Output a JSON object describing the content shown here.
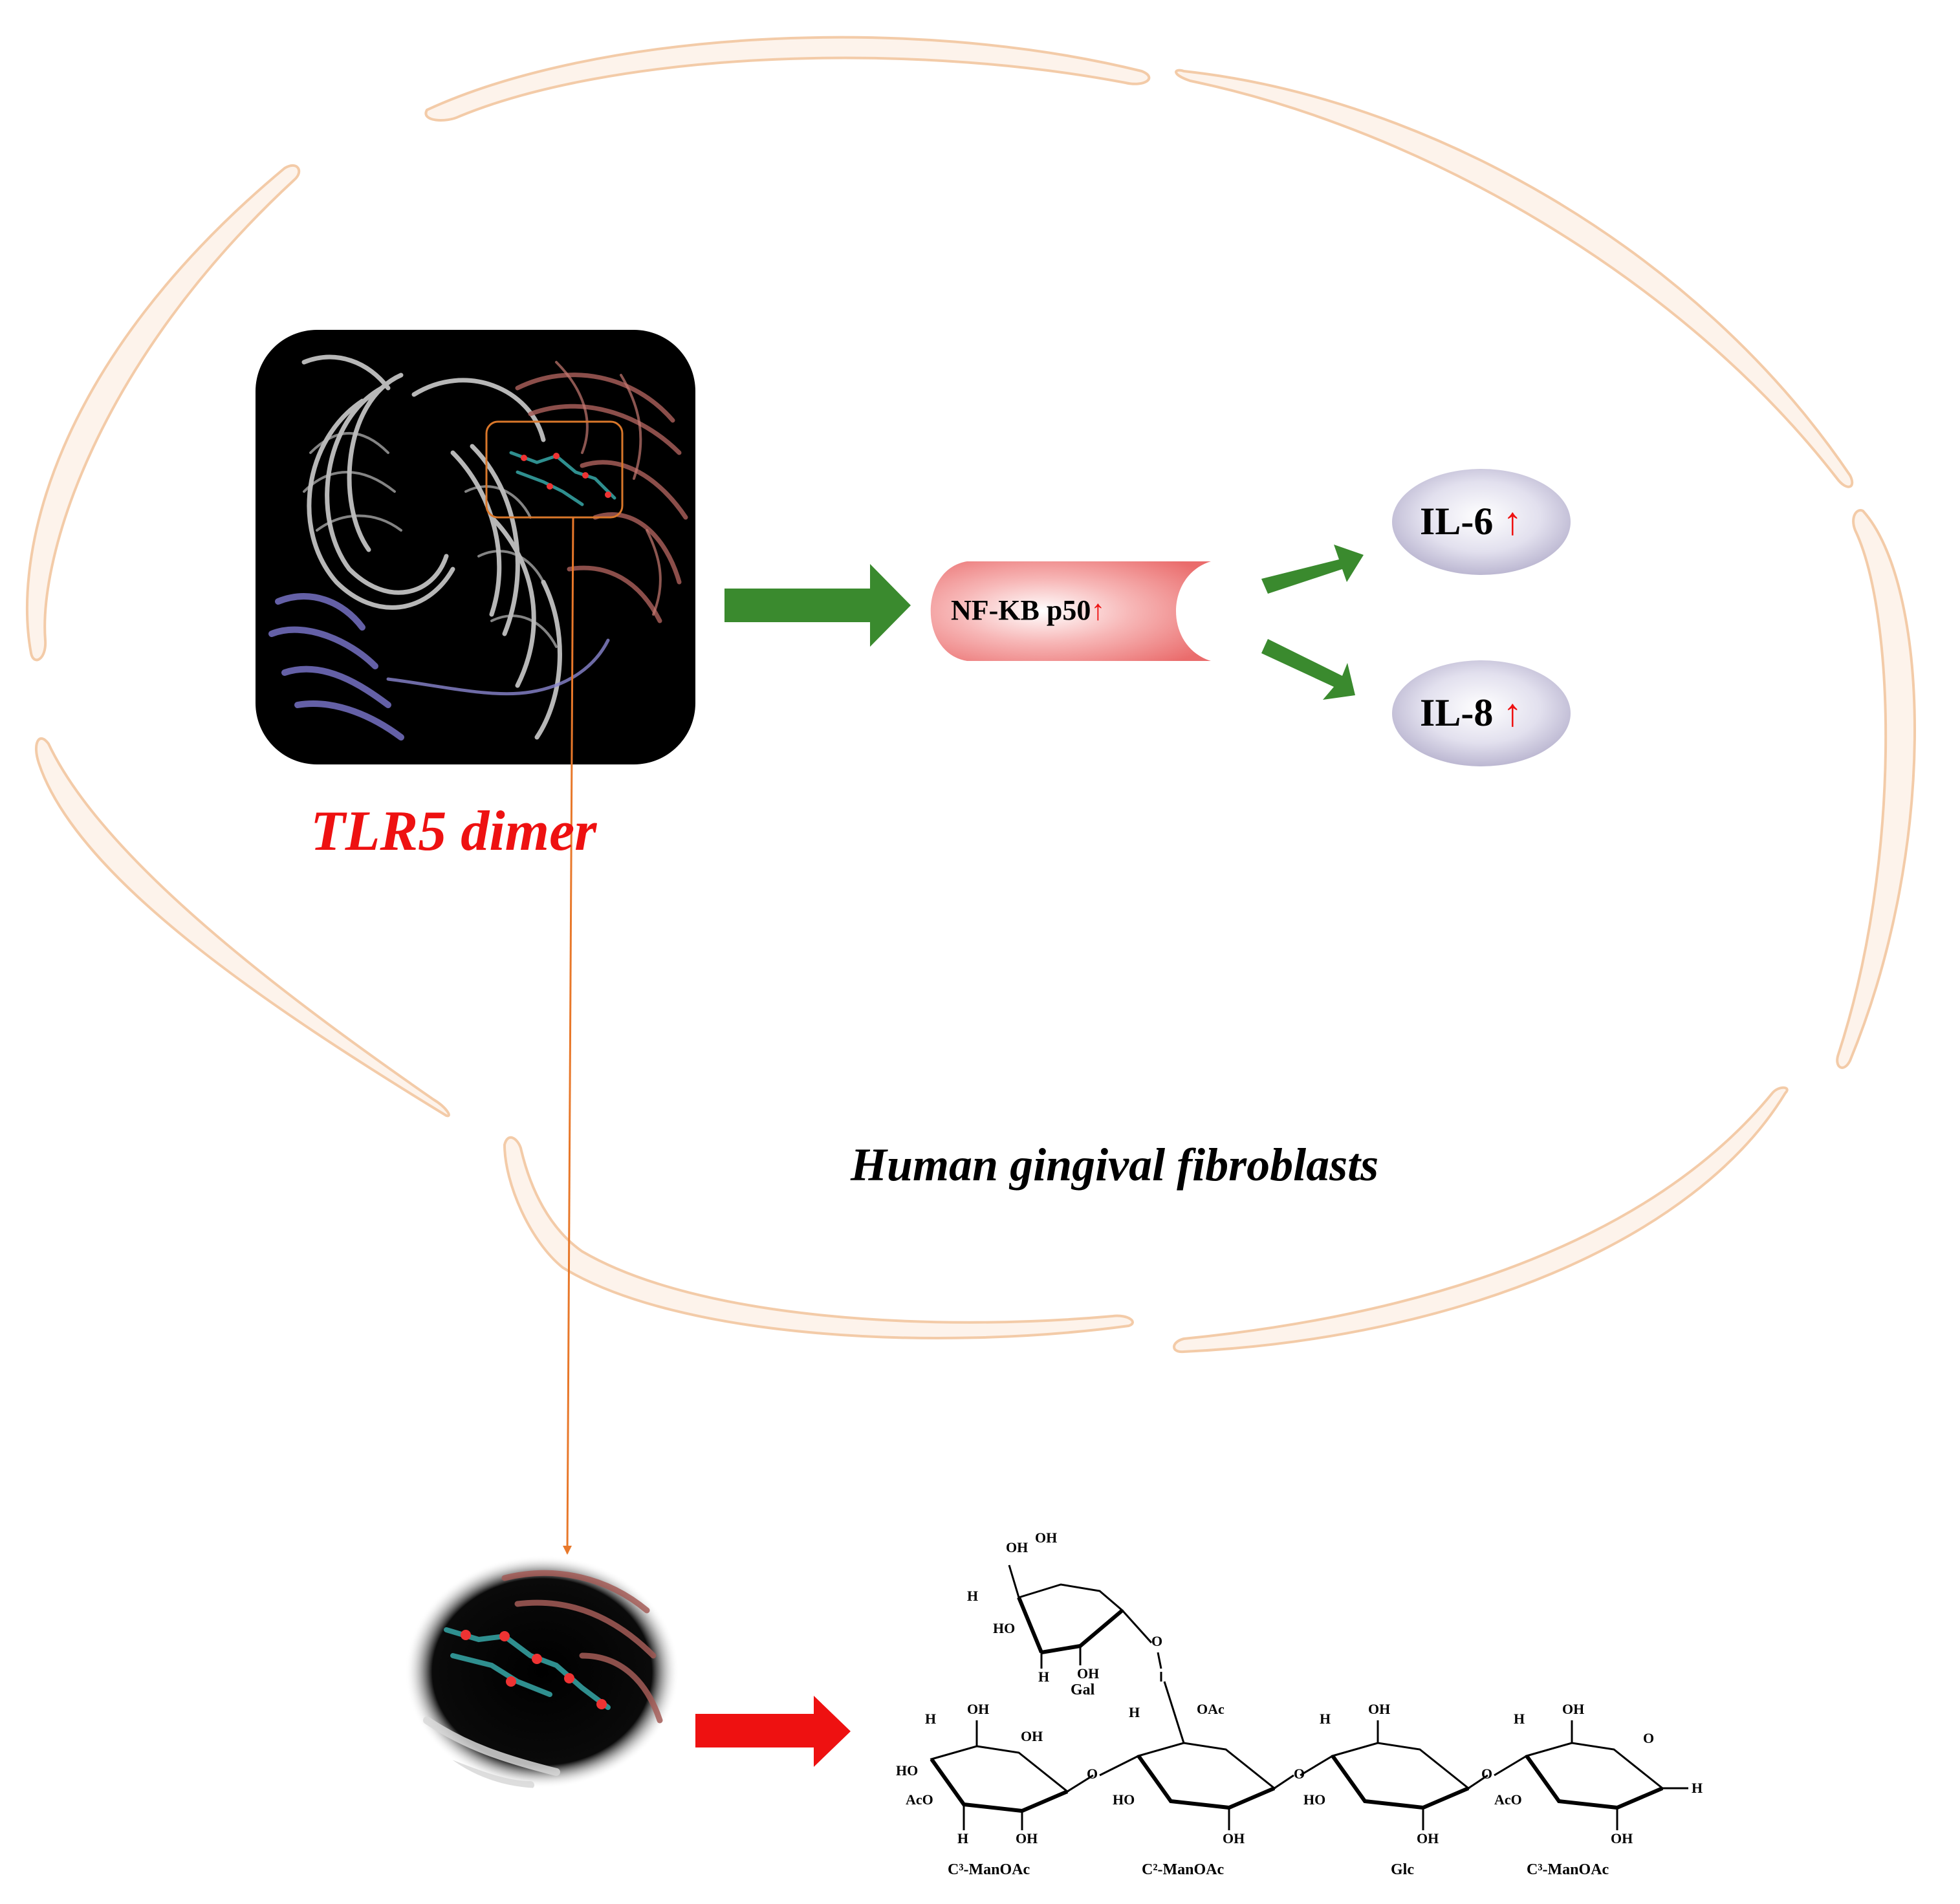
{
  "labels": {
    "receptor": "TLR5 dimer",
    "cell": "Human gingival fibroblasts",
    "transcription_factor": "NF-KB  p50",
    "cytokine_1": "IL-6",
    "cytokine_2": "IL-8",
    "up_arrow": "↑"
  },
  "sugar_units": {
    "unit_1": "C³-ManOAc",
    "unit_2": "C²-ManOAc",
    "unit_3": "Glc",
    "unit_4": "C³-ManOAc",
    "branch": "Gal"
  },
  "colors": {
    "membrane": "#f8d2b4",
    "signal_arrow": "#3a8a2e",
    "detail_arrow": "#ee1111",
    "nfkb_fill": "#f08c8c",
    "cytokine_fill": "#c9c6dc",
    "zoom_line": "#e8782a",
    "receptor_label": "#ee1111"
  },
  "icons": [
    "protein-structure-image",
    "zoom-circle-image",
    "sugar-chain-structure"
  ]
}
